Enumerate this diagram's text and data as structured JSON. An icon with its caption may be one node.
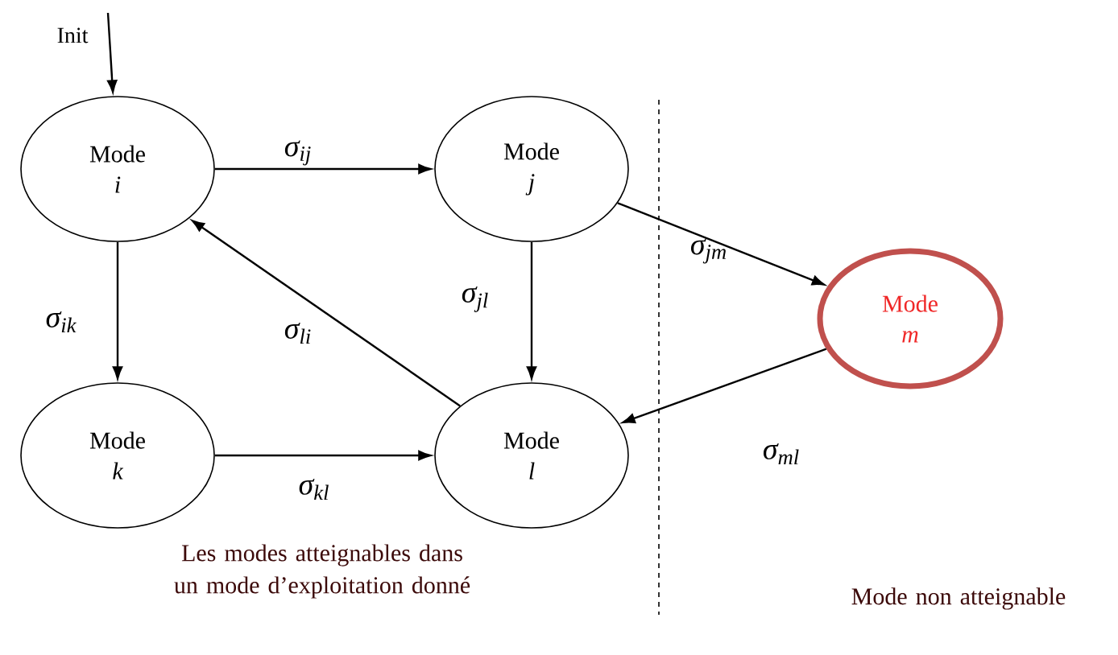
{
  "diagram": {
    "nodes": [
      {
        "text": [
          "Mode",
          "i"
        ]
      },
      {
        "text": [
          "Mode",
          "j"
        ]
      },
      {
        "text": [
          "Mode",
          "k"
        ]
      },
      {
        "text": [
          "Mode",
          "l"
        ]
      },
      {
        "text": [
          "Mode",
          "m"
        ]
      }
    ],
    "edges": [
      {
        "from": null,
        "to": 0,
        "arrow": "to",
        "label": "Init"
      },
      {
        "from": 0,
        "to": 1,
        "arrow": "to",
        "label": "σ$_{ij}$"
      },
      {
        "from": 0,
        "to": 2,
        "arrow": "to",
        "label": "σ$_{ik}$"
      },
      {
        "from": 3,
        "to": 0,
        "arrow": "to",
        "label": "σ$_{li}$"
      },
      {
        "from": 1,
        "to": 3,
        "arrow": "to",
        "label": "σ$_{jl}$"
      },
      {
        "from": 1,
        "to": 4,
        "arrow": "to",
        "label": "σ$_{jm}$"
      },
      {
        "from": 2,
        "to": 3,
        "arrow": "to",
        "label": "σ$_{kl}$"
      },
      {
        "from": 4,
        "to": 3,
        "arrow": "to",
        "label": "σ$_{ml}$"
      }
    ],
    "labels": [
      "Les modes atteignables dans un mode d’exploitation donné",
      "Mode non atteignable"
    ]
  }
}
